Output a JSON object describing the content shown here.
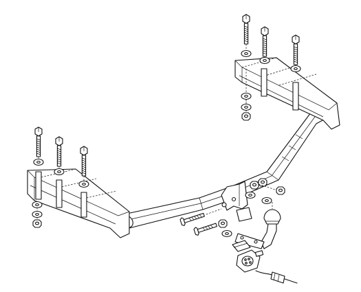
{
  "diagram": {
    "parts": [
      "hitch-beam",
      "right-mounting-bracket",
      "left-mounting-bracket",
      "tow-ball",
      "wiring-socket",
      "socket-plate",
      "safety-chain-bracket"
    ],
    "hardware": {
      "right_bolts": 3,
      "left_bolts": 3,
      "hitch_bolts": 2
    }
  }
}
